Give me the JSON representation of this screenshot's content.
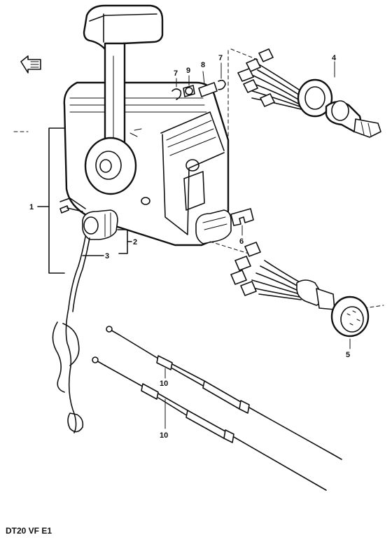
{
  "diagram_code": "DT20 VF E1",
  "callouts": {
    "c1": "1",
    "c2": "2",
    "c3": "3",
    "c4": "4",
    "c5": "5",
    "c6": "6",
    "c7a": "7",
    "c7b": "7",
    "c8": "8",
    "c9": "9",
    "c10a": "10",
    "c10b": "10"
  }
}
